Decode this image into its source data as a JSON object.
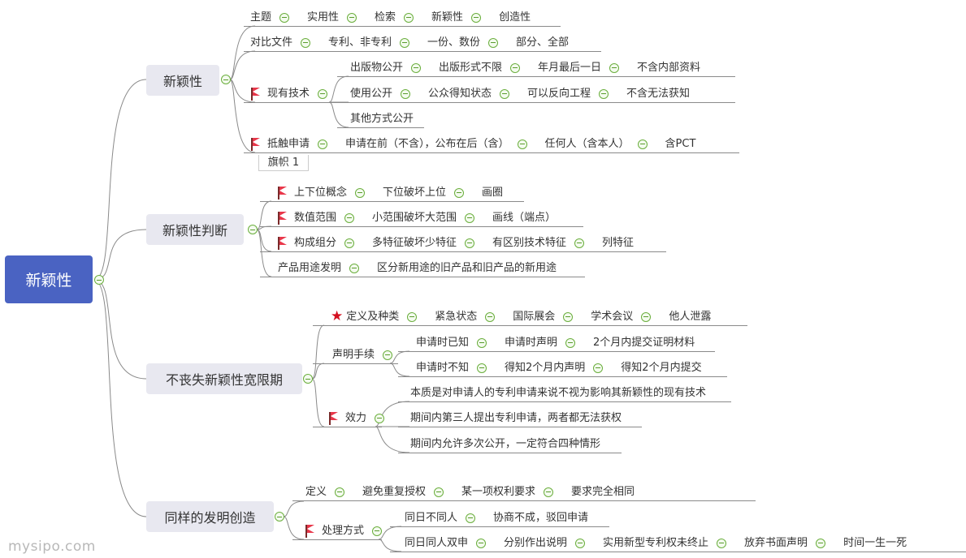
{
  "root": {
    "label": "新颖性"
  },
  "branches": [
    {
      "label": "新颖性",
      "rows": [
        {
          "items": [
            "主题",
            "实用性",
            "检索",
            "新颖性",
            "创造性"
          ]
        },
        {
          "items": [
            "对比文件",
            "专利、非专利",
            "一份、数份",
            "部分、全部"
          ]
        },
        {
          "icon": "flag",
          "items": [
            "现有技术"
          ]
        },
        {
          "items": [
            "出版物公开",
            "出版形式不限",
            "年月最后一日",
            "不含内部资料"
          ]
        },
        {
          "items": [
            "使用公开",
            "公众得知状态",
            "可以反向工程",
            "不含无法获知"
          ]
        },
        {
          "items": [
            "其他方式公开"
          ]
        },
        {
          "icon": "flag",
          "items": [
            "抵触申请",
            "申请在前（不含），公布在后（含）",
            "任何人（含本人）",
            "含PCT"
          ]
        }
      ]
    },
    {
      "label": "新颖性判断",
      "rows": [
        {
          "icon": "flag",
          "items": [
            "上下位概念",
            "下位破坏上位",
            "画圈"
          ]
        },
        {
          "icon": "flag",
          "items": [
            "数值范围",
            "小范围破坏大范围",
            "画线（端点）"
          ]
        },
        {
          "icon": "flag",
          "items": [
            "构成组分",
            "多特征破坏少特征",
            "有区别技术特征",
            "列特征"
          ]
        },
        {
          "items": [
            "产品用途发明",
            "区分新用途的旧产品和旧产品的新用途"
          ]
        }
      ]
    },
    {
      "label": "不丧失新颖性宽限期",
      "rows": [
        {
          "icon": "star",
          "items": [
            "定义及种类",
            "紧急状态",
            "国际展会",
            "学术会议",
            "他人泄露"
          ]
        },
        {
          "items": [
            "声明手续"
          ]
        },
        {
          "items": [
            "申请时已知",
            "申请时声明",
            "2个月内提交证明材料"
          ]
        },
        {
          "items": [
            "申请时不知",
            "得知2个月内声明",
            "得知2个月内提交"
          ]
        },
        {
          "icon": "flag",
          "items": [
            "效力"
          ]
        },
        {
          "items": [
            "本质是对申请人的专利申请来说不视为影响其新颖性的现有技术"
          ]
        },
        {
          "items": [
            "期间内第三人提出专利申请，两者都无法获权"
          ]
        },
        {
          "items": [
            "期间内允许多次公开，一定符合四种情形"
          ]
        }
      ]
    },
    {
      "label": "同样的发明创造",
      "rows": [
        {
          "items": [
            "定义",
            "避免重复授权",
            "某一项权利要求",
            "要求完全相同"
          ]
        },
        {
          "icon": "flag",
          "items": [
            "处理方式"
          ]
        },
        {
          "items": [
            "同日不同人",
            "协商不成，驳回申请"
          ]
        },
        {
          "items": [
            "同日同人双申",
            "分别作出说明",
            "实用新型专利权未终止",
            "放弃书面声明",
            "时间一生一死"
          ]
        }
      ]
    }
  ],
  "tooltip": "旗帜 1",
  "watermark": "mysipo.com"
}
